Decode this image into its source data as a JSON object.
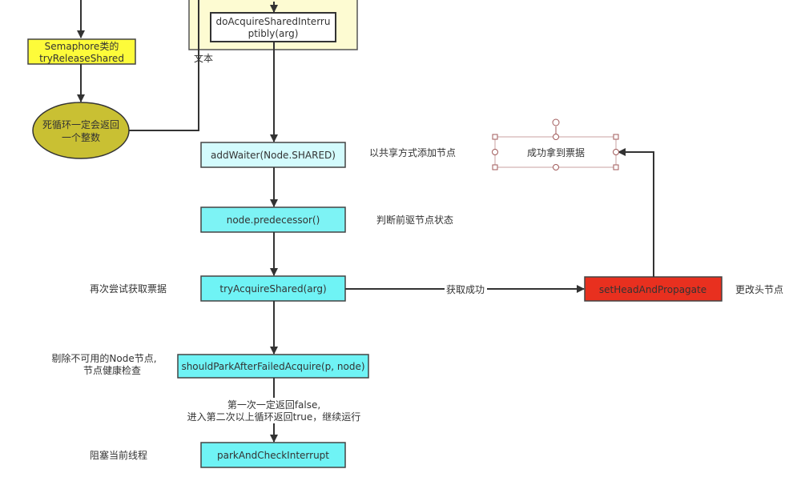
{
  "nodes": {
    "semaphore": [
      "Semaphore类的",
      "tryReleaseShared"
    ],
    "loop": [
      "死循环一定会返回",
      "一个整数"
    ],
    "do_acquire": [
      "doAcquireSharedInterru",
      "ptibly(arg)"
    ],
    "text_label": "文本",
    "add_waiter": "addWaiter(Node.SHARED)",
    "predecessor": "node.predecessor()",
    "try_acquire": "tryAcquireShared(arg)",
    "set_head": "setHeadAndPropagate",
    "success": "成功拿到票据",
    "should_park": "shouldParkAfterFailedAcquire(p, node)",
    "park": "parkAndCheckInterrupt"
  },
  "annotations": {
    "add_waiter": "以共享方式添加节点",
    "predecessor": "判断前驱节点状态",
    "try_acquire": "再次尝试获取票据",
    "set_head": "更改头节点",
    "should_park": [
      "剔除不可用的Node节点,",
      "节点健康检查"
    ],
    "park": "阻塞当前线程"
  },
  "edges": {
    "acquired": "获取成功",
    "park_note": [
      "第一次一定返回false,",
      "进入第二次以上循环返回true，继续运行"
    ]
  },
  "colors": {
    "yellow_box": "#fdfb3a",
    "olive_ellipse": "#c9c033",
    "container": "#fdfbd2",
    "add_waiter": "#d3fbfd",
    "cyan": "#6ff3f5",
    "red": "#e8301f",
    "selection": "#a05a5a"
  }
}
